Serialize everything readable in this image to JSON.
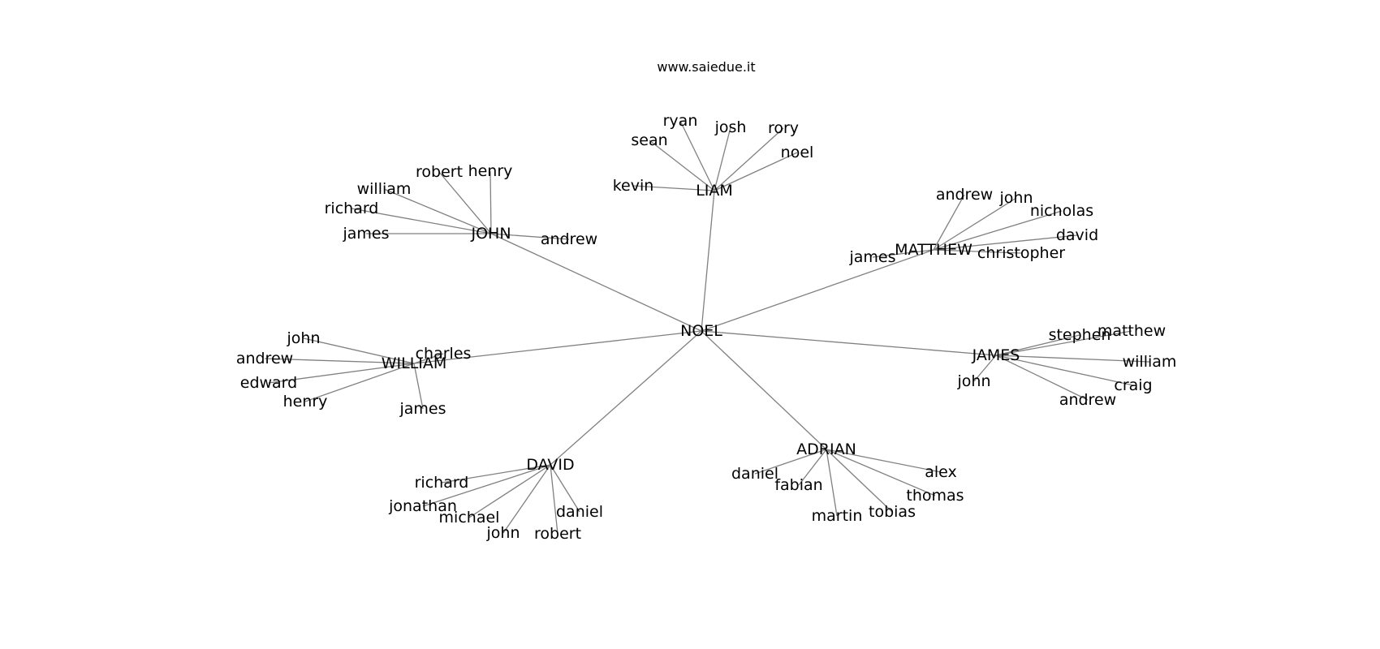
{
  "title": "www.saiedue.it",
  "colors": {
    "edge": "#808080",
    "text": "#000000",
    "background": "#ffffff"
  },
  "root": "NOEL",
  "hubs": [
    {
      "name": "LIAM",
      "children": [
        "kevin",
        "sean",
        "ryan",
        "josh",
        "rory",
        "noel"
      ]
    },
    {
      "name": "JOHN",
      "children": [
        "james",
        "richard",
        "william",
        "robert",
        "henry",
        "andrew"
      ]
    },
    {
      "name": "MATTHEW",
      "children": [
        "andrew",
        "john",
        "nicholas",
        "david",
        "christopher",
        "james"
      ]
    },
    {
      "name": "WILLIAM",
      "children": [
        "john",
        "andrew",
        "edward",
        "henry",
        "james",
        "charles"
      ]
    },
    {
      "name": "JAMES",
      "children": [
        "stephen",
        "matthew",
        "william",
        "craig",
        "andrew",
        "john"
      ]
    },
    {
      "name": "DAVID",
      "children": [
        "richard",
        "jonathan",
        "michael",
        "john",
        "robert",
        "daniel"
      ]
    },
    {
      "name": "ADRIAN",
      "children": [
        "daniel",
        "fabian",
        "martin",
        "tobias",
        "thomas",
        "alex"
      ]
    }
  ]
}
